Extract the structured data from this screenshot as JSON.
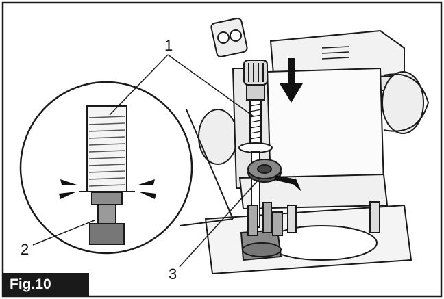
{
  "figure": {
    "label": "Fig.10",
    "callouts": [
      "1",
      "2",
      "3"
    ]
  },
  "colors": {
    "line": "#1a1a1a",
    "gray": "#777777",
    "light_gray": "#d8d8d8",
    "label_bg": "#1a1a1a"
  }
}
